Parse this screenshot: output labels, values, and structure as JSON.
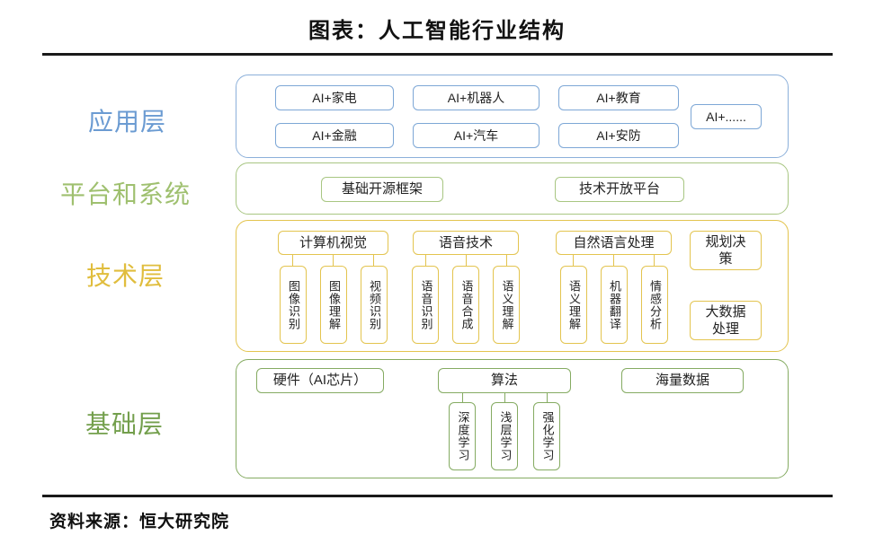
{
  "title": "图表：人工智能行业结构",
  "source": "资料来源：恒大研究院",
  "colors": {
    "application_blue": "#7da7d6",
    "platform_green": "#a8c682",
    "technology_yellow": "#e3c44f",
    "foundation_green": "#85ab62",
    "rule_black": "#1a1a1a"
  },
  "application": {
    "label": "应用层",
    "boxes": [
      "AI+家电",
      "AI+机器人",
      "AI+教育",
      "AI+金融",
      "AI+汽车",
      "AI+安防"
    ],
    "more": "AI+......"
  },
  "platform": {
    "label": "平台和系统",
    "framework": "基础开源框架",
    "open_platform": "技术开放平台"
  },
  "technology": {
    "label": "技术层",
    "groups": [
      {
        "title": "计算机视觉",
        "children": [
          "图像识别",
          "图像理解",
          "视频识别"
        ]
      },
      {
        "title": "语音技术",
        "children": [
          "语音识别",
          "语音合成",
          "语义理解"
        ]
      },
      {
        "title": "自然语言处理",
        "children": [
          "语义理解",
          "机器翻译",
          "情感分析"
        ]
      }
    ],
    "planning": "规划决策",
    "bigdata": "大数据处理"
  },
  "foundation": {
    "label": "基础层",
    "hardware": "硬件（AI芯片）",
    "algorithm": "算法",
    "algorithm_children": [
      "深度学习",
      "浅层学习",
      "强化学习"
    ],
    "data": "海量数据"
  }
}
